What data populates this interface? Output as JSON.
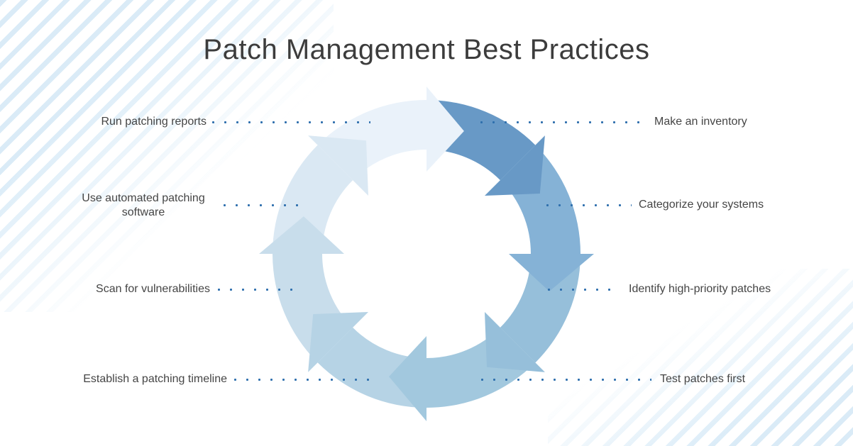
{
  "title": "Patch Management Best Practices",
  "colors": {
    "title": "#3c3c3c",
    "text": "#454545",
    "leader_dot": "#2e6fad",
    "corner_stripe": "#bcdcf2"
  },
  "cycle": {
    "type": "circular-arrow-cycle",
    "direction": "clockwise",
    "segments": [
      {
        "label": "Make an inventory",
        "color": "#6899c6"
      },
      {
        "label": "Categorize your systems",
        "color": "#85b2d6"
      },
      {
        "label": "Identify high-priority patches",
        "color": "#96bfda"
      },
      {
        "label": "Test patches first",
        "color": "#a2c8de"
      },
      {
        "label": "Establish a patching timeline",
        "color": "#b6d3e5"
      },
      {
        "label": "Scan for vulnerabilities",
        "color": "#c8ddeb"
      },
      {
        "label": "Use automated patching software",
        "color": "#dae8f3"
      },
      {
        "label": "Run patching reports",
        "color": "#eaf2fa"
      }
    ]
  },
  "labels": {
    "left": [
      {
        "text": "Run patching reports"
      },
      {
        "text": "Use automated patching software"
      },
      {
        "text": "Scan for vulnerabilities"
      },
      {
        "text": "Establish a patching timeline"
      }
    ],
    "right": [
      {
        "text": "Make an inventory"
      },
      {
        "text": "Categorize your systems"
      },
      {
        "text": "Identify high-priority patches"
      },
      {
        "text": "Test patches first"
      }
    ]
  }
}
